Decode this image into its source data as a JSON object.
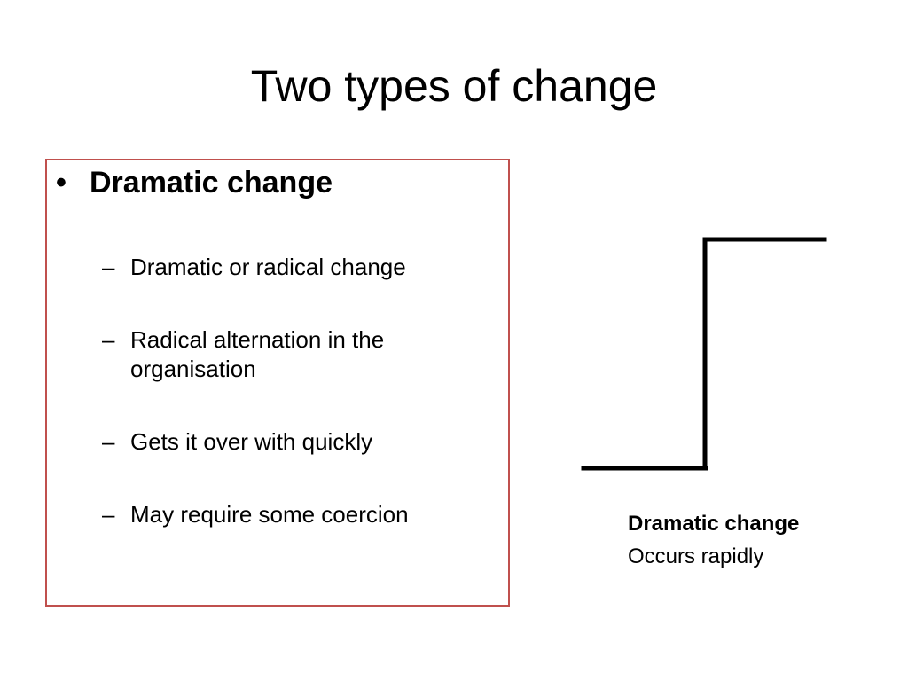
{
  "slide": {
    "title": "Two types of change",
    "bullet": {
      "marker": "•",
      "heading": "Dramatic change"
    },
    "sub_marker": "–",
    "sub_items": [
      "Dramatic or radical change",
      "Radical alternation in the organisation",
      "Gets it over with quickly",
      "May require some coercion"
    ],
    "caption": {
      "title": "Dramatic change",
      "subtitle": "Occurs rapidly"
    },
    "diagram": {
      "shape": "step-function",
      "line_color": "#000000"
    },
    "box_border_color": "#c0504d"
  }
}
